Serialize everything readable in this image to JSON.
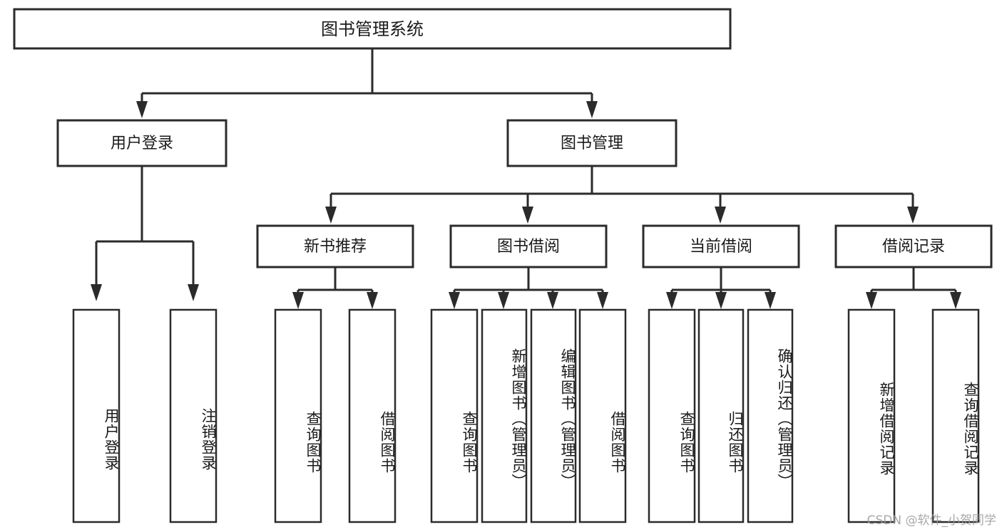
{
  "diagram": {
    "title": "图书管理系统",
    "watermark": "CSDN @软件_小贺同学",
    "root": {
      "label": "图书管理系统"
    },
    "level2": [
      {
        "label": "用户登录"
      },
      {
        "label": "图书管理"
      }
    ],
    "level3": [
      {
        "label": "新书推荐"
      },
      {
        "label": "图书借阅"
      },
      {
        "label": "当前借阅"
      },
      {
        "label": "借阅记录"
      }
    ],
    "leaves": {
      "user_login": [
        {
          "label": "用户登录"
        },
        {
          "label": "注销登录"
        }
      ],
      "new_book_recommend": [
        {
          "label": "查询图书"
        },
        {
          "label": "借阅图书"
        }
      ],
      "book_borrow": [
        {
          "label": "查询图书"
        },
        {
          "label": "新增图书（管理员）"
        },
        {
          "label": "编辑图书（管理员）"
        },
        {
          "label": "借阅图书"
        }
      ],
      "current_borrow": [
        {
          "label": "查询图书"
        },
        {
          "label": "归还图书"
        },
        {
          "label": "确认归还（管理员）"
        }
      ],
      "borrow_record": [
        {
          "label": "新增借阅记录"
        },
        {
          "label": "查询借阅记录"
        }
      ]
    },
    "colors": {
      "stroke": "#2b2b2b",
      "fill": "#ffffff",
      "text": "#1a1a1a",
      "watermark": "#9a9a9a"
    }
  }
}
